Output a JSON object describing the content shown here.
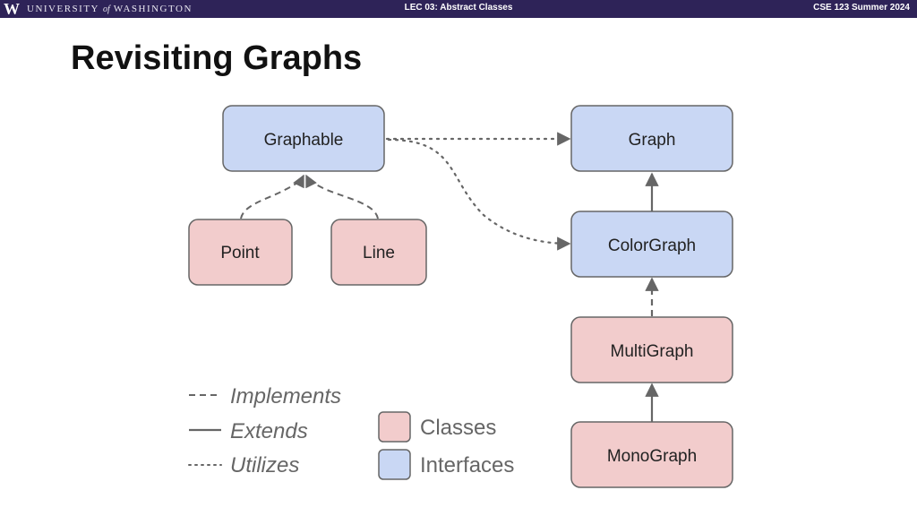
{
  "header": {
    "logo_mark": "W",
    "logo_university": "UNIVERSITY",
    "logo_of": "of",
    "logo_washington": "WASHINGTON",
    "lecture": "LEC 03: Abstract Classes",
    "course": "CSE 123 Summer 2024",
    "bar_color": "#2e2358"
  },
  "slide": {
    "title": "Revisiting Graphs"
  },
  "diagram": {
    "nodes": [
      {
        "id": "graphable",
        "label": "Graphable",
        "kind": "interface"
      },
      {
        "id": "point",
        "label": "Point",
        "kind": "class"
      },
      {
        "id": "line",
        "label": "Line",
        "kind": "class"
      },
      {
        "id": "graph",
        "label": "Graph",
        "kind": "interface"
      },
      {
        "id": "colorgraph",
        "label": "ColorGraph",
        "kind": "interface"
      },
      {
        "id": "multigraph",
        "label": "MultiGraph",
        "kind": "class"
      },
      {
        "id": "monograph",
        "label": "MonoGraph",
        "kind": "class"
      }
    ],
    "edges": [
      {
        "from": "point",
        "to": "graphable",
        "type": "implements"
      },
      {
        "from": "line",
        "to": "graphable",
        "type": "implements"
      },
      {
        "from": "graphable",
        "to": "graph",
        "type": "utilizes"
      },
      {
        "from": "graphable",
        "to": "colorgraph",
        "type": "utilizes"
      },
      {
        "from": "colorgraph",
        "to": "graph",
        "type": "extends"
      },
      {
        "from": "multigraph",
        "to": "colorgraph",
        "type": "implements"
      },
      {
        "from": "monograph",
        "to": "multigraph",
        "type": "extends"
      }
    ],
    "colors": {
      "interface_fill": "#c9d7f4",
      "class_fill": "#f2cccc",
      "stroke": "#666666"
    }
  },
  "legend": {
    "implements": "Implements",
    "extends": "Extends",
    "utilizes": "Utilizes",
    "classes": "Classes",
    "interfaces": "Interfaces"
  }
}
